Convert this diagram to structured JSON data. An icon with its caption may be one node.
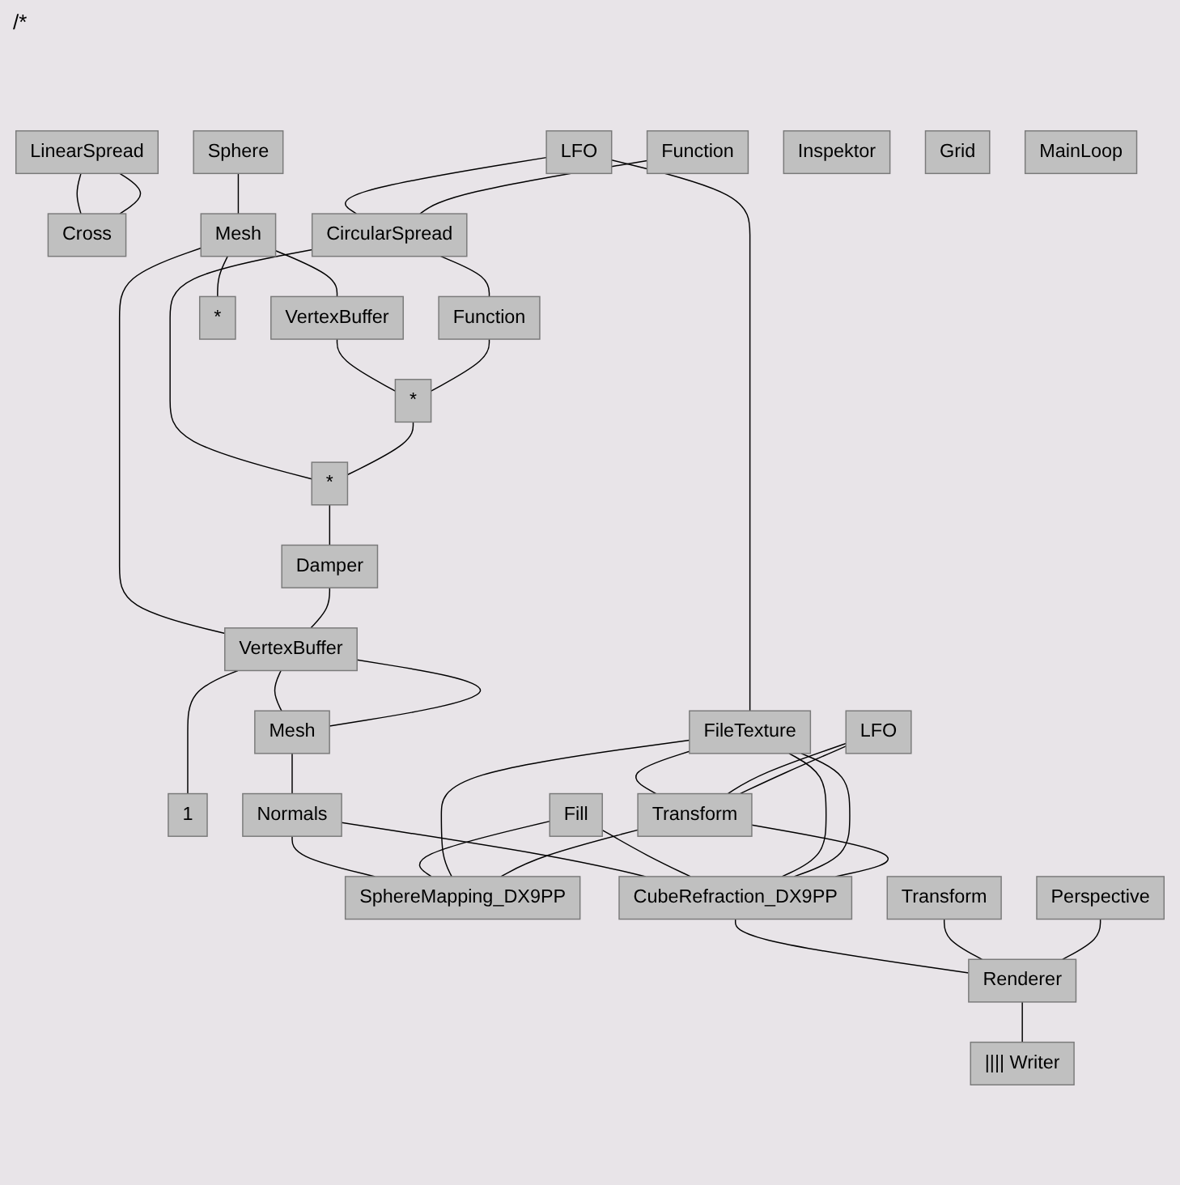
{
  "diagram": {
    "nodes": [
      {
        "text": [
          "Inspektor"
        ]
      },
      {
        "text": [
          "LinearSpread"
        ]
      },
      {
        "text": [
          "Cross"
        ]
      },
      {
        "text": [
          "Sphere"
        ]
      },
      {
        "text": [
          "LFO"
        ]
      },
      {
        "text": [
          "Grid"
        ]
      },
      {
        "text": [
          "MainLoop"
        ]
      },
      {
        "text": [
          "Function"
        ]
      },
      {
        "text": [
          "Mesh"
        ]
      },
      {
        "text": [
          "CircularSpread"
        ]
      },
      {
        "text": [
          "VertexBuffer"
        ]
      },
      {
        "text": [
          "Function"
        ]
      },
      {
        "text": [
          "*"
        ]
      },
      {
        "text": [
          "*"
        ]
      },
      {
        "text": [
          "FileTexture"
        ]
      },
      {
        "text": [
          "VertexBuffer"
        ]
      },
      {
        "text": [
          "1"
        ]
      },
      {
        "text": [
          "LFO"
        ]
      },
      {
        "text": [
          "Mesh"
        ]
      },
      {
        "text": [
          "Transform"
        ]
      },
      {
        "text": [
          "*"
        ]
      },
      {
        "text": [
          "Normals"
        ]
      },
      {
        "text": [
          "Fill"
        ]
      },
      {
        "text": [
          "SphereMapping_DX9PP"
        ]
      },
      {
        "text": [
          "Damper"
        ]
      },
      {
        "text": [
          "CubeRefraction_DX9PP"
        ]
      },
      {
        "text": [
          "Transform"
        ]
      },
      {
        "text": [
          "Renderer"
        ]
      },
      {
        "text": [
          "Perspective"
        ]
      },
      {
        "text": [
          "|||| Writer"
        ]
      }
    ],
    "edges": [
      {
        "from": 1,
        "to": 2,
        "arrow": "none"
      },
      {
        "from": 1,
        "to": 2,
        "arrow": "none"
      },
      {
        "from": 3,
        "to": 8,
        "arrow": "none"
      },
      {
        "from": 4,
        "to": 9,
        "arrow": "none"
      },
      {
        "from": 4,
        "to": 14,
        "arrow": "none"
      },
      {
        "from": 7,
        "to": 9,
        "arrow": "none"
      },
      {
        "from": 8,
        "to": 10,
        "arrow": "none"
      },
      {
        "from": 8,
        "to": 15,
        "arrow": "none"
      },
      {
        "from": 8,
        "to": 12,
        "arrow": "none"
      },
      {
        "from": 9,
        "to": 11,
        "arrow": "none"
      },
      {
        "from": 9,
        "to": 20,
        "arrow": "none"
      },
      {
        "from": 10,
        "to": 13,
        "arrow": "none"
      },
      {
        "from": 11,
        "to": 13,
        "arrow": "none"
      },
      {
        "from": 13,
        "to": 20,
        "arrow": "none"
      },
      {
        "from": 20,
        "to": 24,
        "arrow": "none"
      },
      {
        "from": 24,
        "to": 15,
        "arrow": "none"
      },
      {
        "from": 15,
        "to": 16,
        "arrow": "none"
      },
      {
        "from": 15,
        "to": 18,
        "arrow": "none"
      },
      {
        "from": 15,
        "to": 18,
        "arrow": "none"
      },
      {
        "from": 18,
        "to": 21,
        "arrow": "none"
      },
      {
        "from": 21,
        "to": 25,
        "arrow": "none"
      },
      {
        "from": 21,
        "to": 23,
        "arrow": "none"
      },
      {
        "from": 22,
        "to": 23,
        "arrow": "none"
      },
      {
        "from": 22,
        "to": 25,
        "arrow": "none"
      },
      {
        "from": 14,
        "to": 25,
        "arrow": "none"
      },
      {
        "from": 14,
        "to": 25,
        "arrow": "none"
      },
      {
        "from": 14,
        "to": 23,
        "arrow": "none"
      },
      {
        "from": 14,
        "to": 19,
        "arrow": "none"
      },
      {
        "from": 17,
        "to": 19,
        "arrow": "none"
      },
      {
        "from": 17,
        "to": 19,
        "arrow": "none"
      },
      {
        "from": 19,
        "to": 25,
        "arrow": "none"
      },
      {
        "from": 19,
        "to": 23,
        "arrow": "none"
      },
      {
        "from": 25,
        "to": 27,
        "arrow": "none"
      },
      {
        "from": 26,
        "to": 27,
        "arrow": "none"
      },
      {
        "from": 28,
        "to": 27,
        "arrow": "none"
      },
      {
        "from": 27,
        "to": 29,
        "arrow": "none"
      }
    ],
    "labels": [
      "/*"
    ]
  }
}
